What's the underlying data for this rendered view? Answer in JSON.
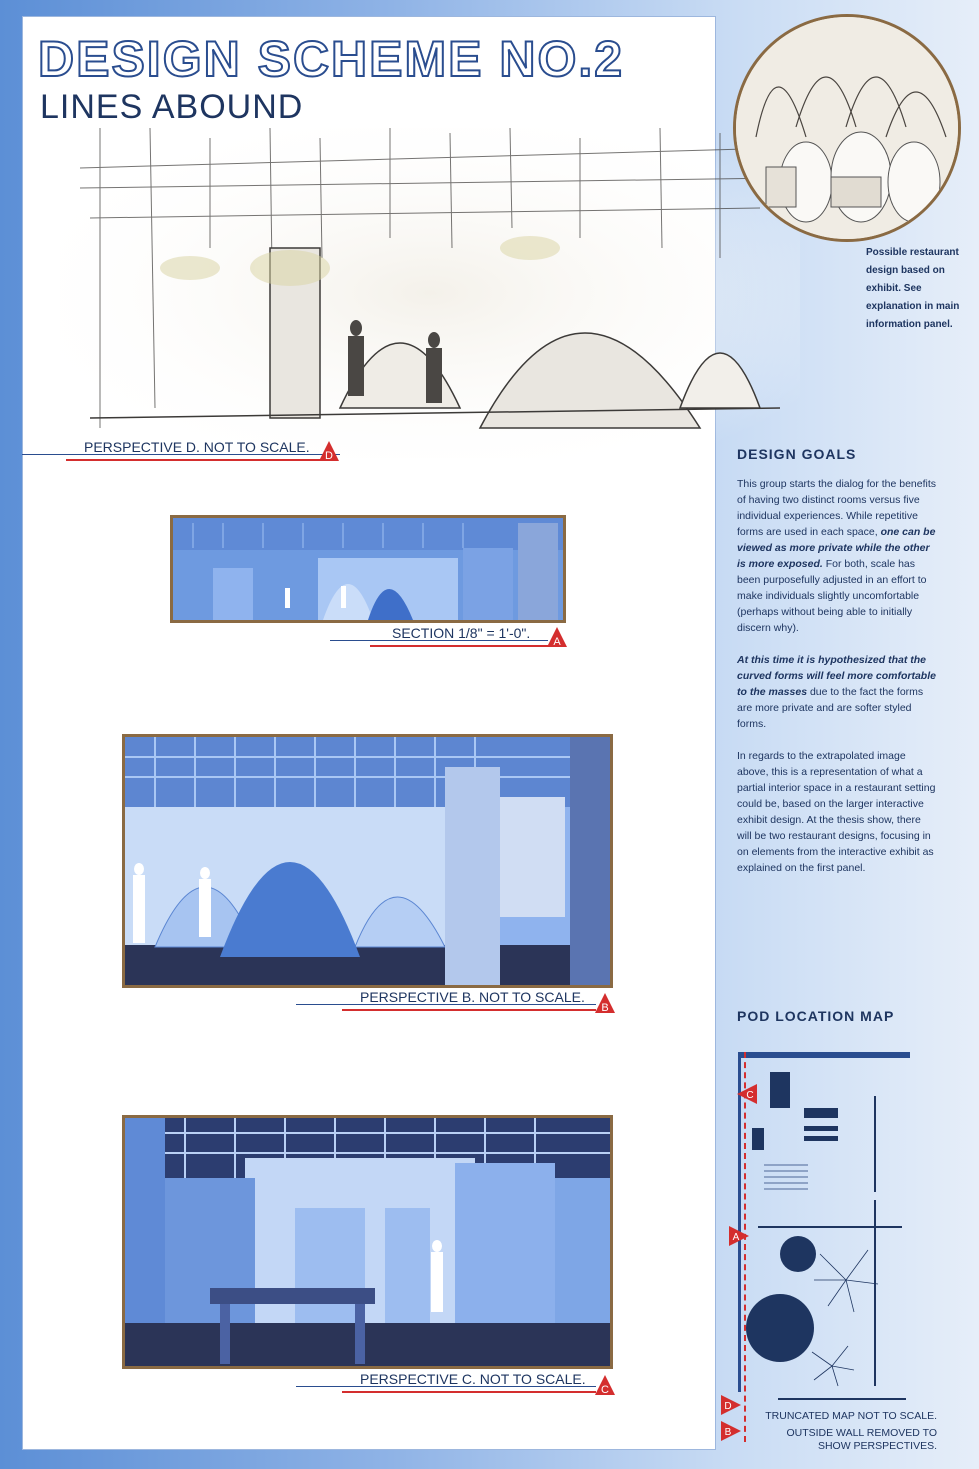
{
  "header": {
    "title": "DESIGN SCHEME NO.2",
    "subtitle": "LINES ABOUND"
  },
  "captions": {
    "perspective_d": "PERSPECTIVE D. NOT TO SCALE.",
    "section_a": "SECTION 1/8\" = 1'-0\".",
    "perspective_b": "PERSPECTIVE B. NOT TO SCALE.",
    "perspective_c": "PERSPECTIVE C. NOT TO SCALE."
  },
  "markers": {
    "a": "A",
    "b": "B",
    "c": "C",
    "d": "D"
  },
  "side_note": "Possible restaurant design based on exhibit. See explanation in main information panel.",
  "design_goals": {
    "heading": "DESIGN GOALS",
    "p1_a": "This group starts the dialog for the benefits of having two distinct rooms versus five individual experiences. While repetitive forms are used in each space, ",
    "p1_em": "one can be viewed as more private while the other is more exposed.",
    "p1_b": " For both, scale has been purposefully adjusted in an effort to make individuals slightly uncomfortable (perhaps without being able to initially discern why).",
    "p2_em": "At this time it is hypothesized that the curved forms will feel more comfortable to the masses",
    "p2_b": " due to the fact the forms are more private and are softer styled forms.",
    "p3": "In regards to the extrapolated image above, this is a representation of what a partial interior space in a restaurant setting could be, based on the larger interactive exhibit design. At the thesis show, there will be two restaurant designs, focusing in on elements from the interactive exhibit as explained on the first panel."
  },
  "pod_map": {
    "heading": "POD LOCATION MAP",
    "note1": "TRUNCATED MAP NOT TO SCALE.",
    "note2": "OUTSIDE WALL REMOVED TO",
    "note3": "SHOW  PERSPECTIVES."
  },
  "colors": {
    "navy": "#1e3560",
    "accent_red": "#d42e2e",
    "frame_brown": "#8a6a43",
    "render_blue": "#4f7fd2",
    "floor_dark": "#2b3457"
  }
}
